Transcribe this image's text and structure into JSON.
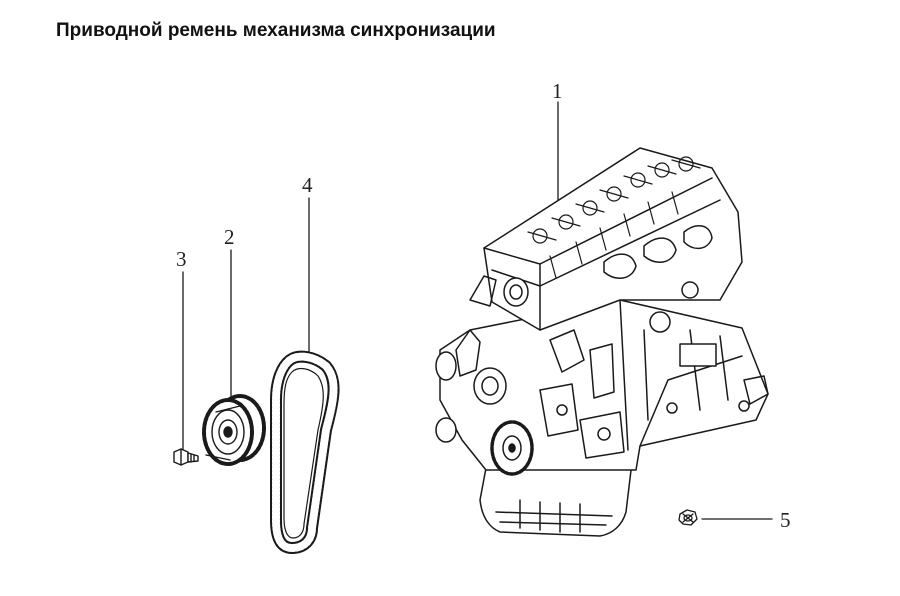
{
  "title": "Приводной ремень механизма синхронизации",
  "callouts": [
    {
      "number": "1",
      "part": "engine-assembly"
    },
    {
      "number": "2",
      "part": "timing-pulley"
    },
    {
      "number": "3",
      "part": "bolt"
    },
    {
      "number": "4",
      "part": "timing-belt"
    },
    {
      "number": "5",
      "part": "nut"
    }
  ],
  "colors": {
    "ink": "#1a1a1a",
    "background": "#ffffff"
  }
}
